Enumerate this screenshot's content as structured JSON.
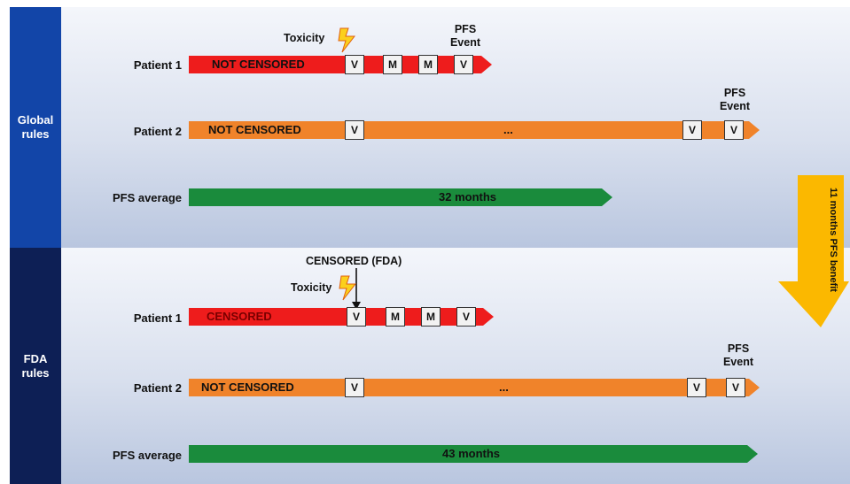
{
  "sections": {
    "global": {
      "label_line1": "Global",
      "label_line2": "rules",
      "patient1": {
        "label": "Patient 1",
        "status": "NOT CENSORED",
        "toxicity": "Toxicity",
        "pfs_event_line1": "PFS",
        "pfs_event_line2": "Event",
        "visits": [
          "V",
          "M",
          "M",
          "V"
        ]
      },
      "patient2": {
        "label": "Patient 2",
        "status": "NOT CENSORED",
        "ellipsis": "...",
        "pfs_event_line1": "PFS",
        "pfs_event_line2": "Event",
        "visits": [
          "V",
          "V",
          "V"
        ]
      },
      "average": {
        "label": "PFS average",
        "value": "32 months"
      }
    },
    "fda": {
      "label_line1": "FDA",
      "label_line2": "rules",
      "censored_note": "CENSORED (FDA)",
      "patient1": {
        "label": "Patient 1",
        "status": "CENSORED",
        "toxicity": "Toxicity",
        "visits": [
          "V",
          "M",
          "M",
          "V"
        ]
      },
      "patient2": {
        "label": "Patient 2",
        "status": "NOT CENSORED",
        "ellipsis": "...",
        "pfs_event_line1": "PFS",
        "pfs_event_line2": "Event",
        "visits": [
          "V",
          "V",
          "V"
        ]
      },
      "average": {
        "label": "PFS average",
        "value": "43 months"
      }
    }
  },
  "benefit": {
    "text": "11 months PFS benefit"
  },
  "colors": {
    "global_side": "#1245a8",
    "fda_side": "#0d1f55",
    "red": "#ee1c1c",
    "orange": "#f0832a",
    "green": "#1a8b3c",
    "benefit": "#fbb800"
  }
}
